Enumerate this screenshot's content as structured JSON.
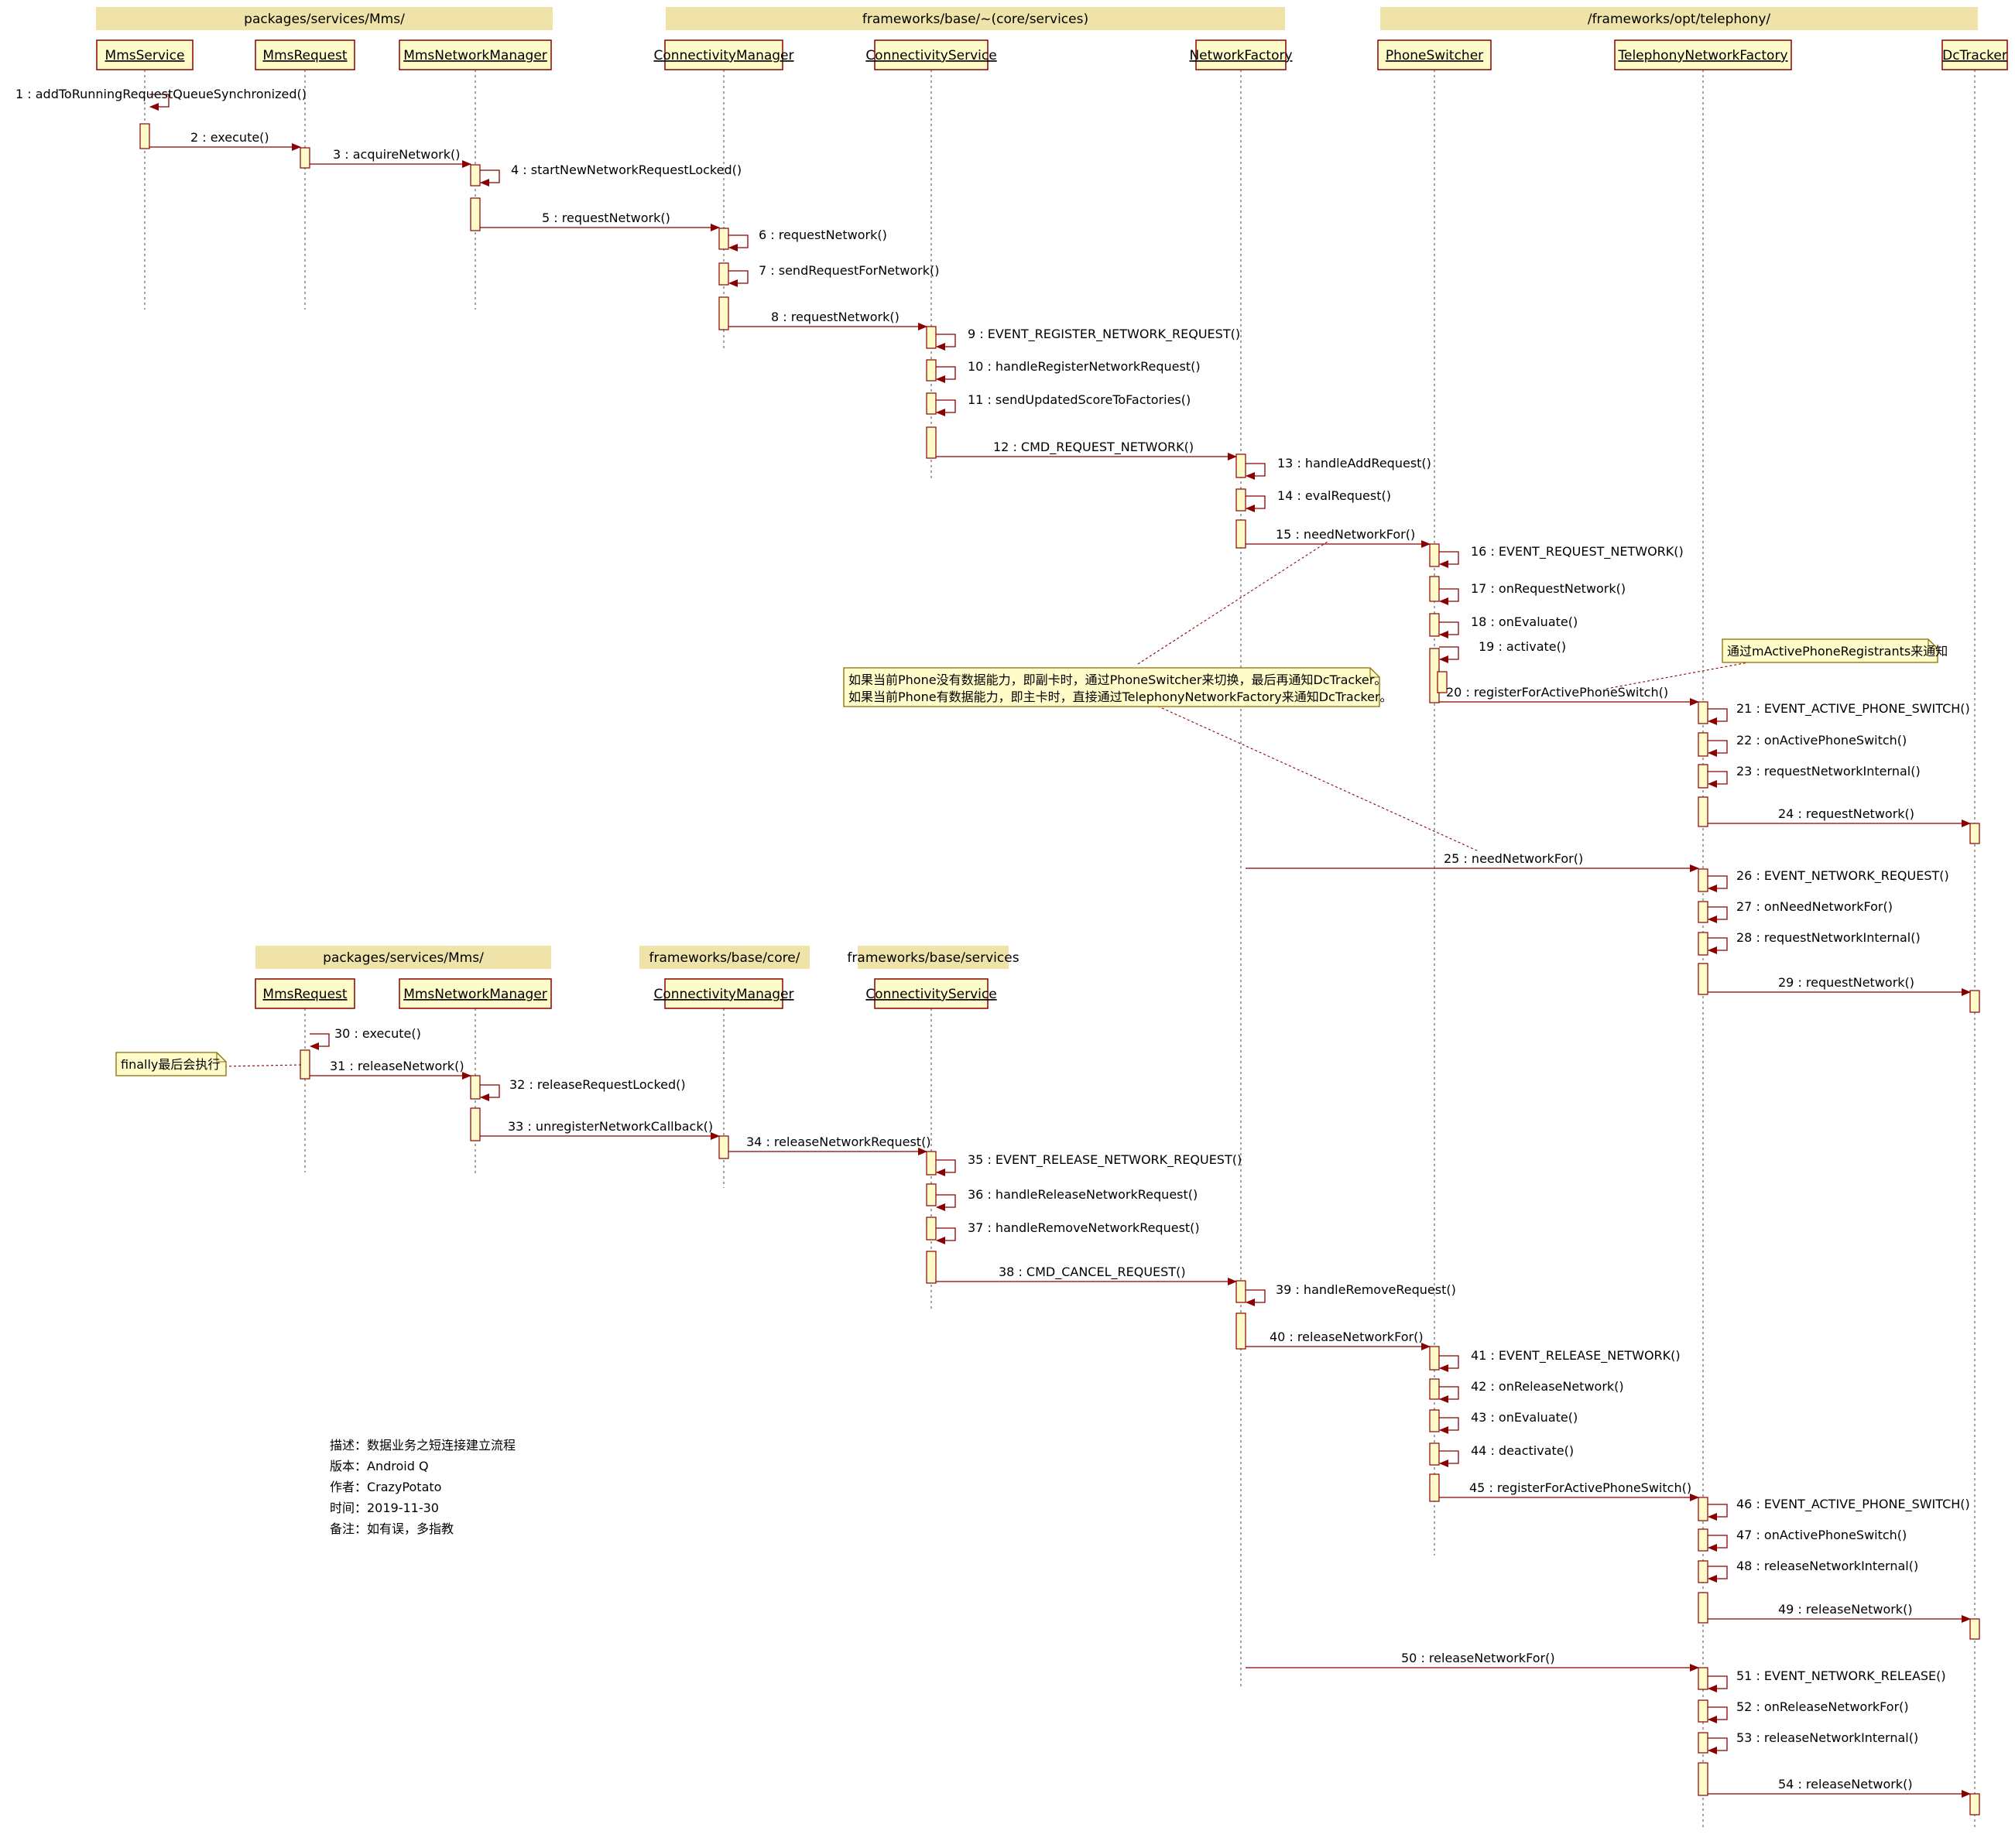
{
  "colors": {
    "line": "#8b0000",
    "box_fill": "#fffcc9",
    "box_stroke": "#8b0000",
    "package_fill": "#efe3a9",
    "note_fill": "#fffcc9",
    "note_stroke": "#8b6b00",
    "lifeline": "#666666"
  },
  "packages": [
    {
      "label": "packages/services/Mms/"
    },
    {
      "label": "frameworks/base/~(core/services)"
    },
    {
      "label": "/frameworks/opt/telephony/"
    },
    {
      "label": "packages/services/Mms/"
    },
    {
      "label": "frameworks/base/core/"
    },
    {
      "label": "frameworks/base/services"
    }
  ],
  "lifelines": [
    {
      "label": "MmsService"
    },
    {
      "label": "MmsRequest"
    },
    {
      "label": "MmsNetworkManager"
    },
    {
      "label": "ConnectivityManager"
    },
    {
      "label": "ConnectivityService"
    },
    {
      "label": "NetworkFactory"
    },
    {
      "label": "PhoneSwitcher"
    },
    {
      "label": "TelephonyNetworkFactory"
    },
    {
      "label": "DcTracker"
    },
    {
      "label": "MmsRequest"
    },
    {
      "label": "MmsNetworkManager"
    },
    {
      "label": "ConnectivityManager"
    },
    {
      "label": "ConnectivityService"
    }
  ],
  "messages": [
    {
      "label": "1 : addToRunningRequestQueueSynchronized()"
    },
    {
      "label": "2 : execute()"
    },
    {
      "label": "3 : acquireNetwork()"
    },
    {
      "label": "4 : startNewNetworkRequestLocked()"
    },
    {
      "label": "5 : requestNetwork()"
    },
    {
      "label": "6 : requestNetwork()"
    },
    {
      "label": "7 : sendRequestForNetwork()"
    },
    {
      "label": "8 : requestNetwork()"
    },
    {
      "label": "9 : EVENT_REGISTER_NETWORK_REQUEST()"
    },
    {
      "label": "10 : handleRegisterNetworkRequest()"
    },
    {
      "label": "11 : sendUpdatedScoreToFactories()"
    },
    {
      "label": "12 : CMD_REQUEST_NETWORK()"
    },
    {
      "label": "13 : handleAddRequest()"
    },
    {
      "label": "14 : evalRequest()"
    },
    {
      "label": "15 : needNetworkFor()"
    },
    {
      "label": "16 : EVENT_REQUEST_NETWORK()"
    },
    {
      "label": "17 : onRequestNetwork()"
    },
    {
      "label": "18 : onEvaluate()"
    },
    {
      "label": "19 : activate()"
    },
    {
      "label": "20 : registerForActivePhoneSwitch()"
    },
    {
      "label": "21 : EVENT_ACTIVE_PHONE_SWITCH()"
    },
    {
      "label": "22 : onActivePhoneSwitch()"
    },
    {
      "label": "23 : requestNetworkInternal()"
    },
    {
      "label": "24 : requestNetwork()"
    },
    {
      "label": "25 : needNetworkFor()"
    },
    {
      "label": "26 : EVENT_NETWORK_REQUEST()"
    },
    {
      "label": "27 : onNeedNetworkFor()"
    },
    {
      "label": "28 : requestNetworkInternal()"
    },
    {
      "label": "29 : requestNetwork()"
    },
    {
      "label": "30 : execute()"
    },
    {
      "label": "31 : releaseNetwork()"
    },
    {
      "label": "32 : releaseRequestLocked()"
    },
    {
      "label": "33 : unregisterNetworkCallback()"
    },
    {
      "label": "34 : releaseNetworkRequest()"
    },
    {
      "label": "35 : EVENT_RELEASE_NETWORK_REQUEST()"
    },
    {
      "label": "36 : handleReleaseNetworkRequest()"
    },
    {
      "label": "37 : handleRemoveNetworkRequest()"
    },
    {
      "label": "38 : CMD_CANCEL_REQUEST()"
    },
    {
      "label": "39 : handleRemoveRequest()"
    },
    {
      "label": "40 : releaseNetworkFor()"
    },
    {
      "label": "41 : EVENT_RELEASE_NETWORK()"
    },
    {
      "label": "42 : onReleaseNetwork()"
    },
    {
      "label": "43 : onEvaluate()"
    },
    {
      "label": "44 : deactivate()"
    },
    {
      "label": "45 : registerForActivePhoneSwitch()"
    },
    {
      "label": "46 : EVENT_ACTIVE_PHONE_SWITCH()"
    },
    {
      "label": "47 : onActivePhoneSwitch()"
    },
    {
      "label": "48 : releaseNetworkInternal()"
    },
    {
      "label": "49 : releaseNetwork()"
    },
    {
      "label": "50 : releaseNetworkFor()"
    },
    {
      "label": "51 : EVENT_NETWORK_RELEASE()"
    },
    {
      "label": "52 : onReleaseNetworkFor()"
    },
    {
      "label": "53 : releaseNetworkInternal()"
    },
    {
      "label": "54 : releaseNetwork()"
    }
  ],
  "notes": [
    {
      "lines": [
        "如果当前Phone没有数据能力，即副卡时，通过PhoneSwitcher来切换，最后再通知DcTracker。",
        "如果当前Phone有数据能力，即主卡时，直接通过TelephonyNetworkFactory来通知DcTracker。"
      ]
    },
    {
      "lines": [
        "通过mActivePhoneRegistrants来通知"
      ]
    },
    {
      "lines": [
        "finally最后会执行"
      ]
    }
  ],
  "description": [
    "描述：数据业务之短连接建立流程",
    "版本：Android Q",
    "作者：CrazyPotato",
    "时间：2019-11-30",
    "备注：如有误，多指教"
  ]
}
